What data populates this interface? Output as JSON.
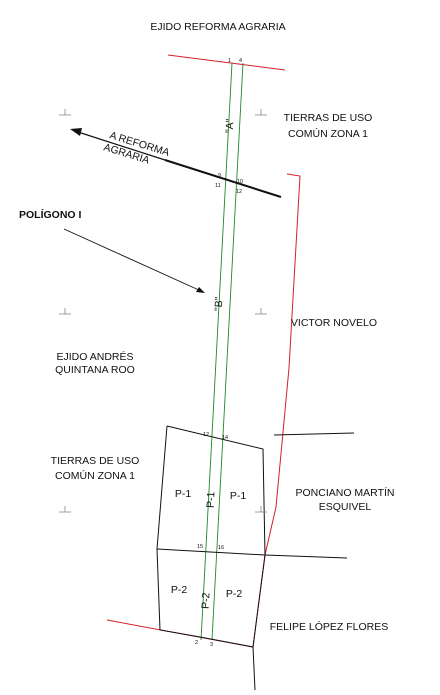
{
  "labels": {
    "north": "EJIDO REFORMA AGRARIA",
    "tierras_top_1": "TIERRAS DE USO",
    "tierras_top_2": "COMÚN ZONA 1",
    "arrow_1": "A REFORMA",
    "arrow_2": "AGRARIA",
    "poligono": "POLÍGONO I",
    "victor": "VICTOR NOVELO",
    "ejido_andres_1": "EJIDO ANDRÉS",
    "ejido_andres_2": "QUINTANA ROO",
    "tierras_low_1": "TIERRAS DE USO",
    "tierras_low_2": "COMÚN ZONA 1",
    "ponciano_1": "PONCIANO MARTÍN",
    "ponciano_2": "ESQUIVEL",
    "felipe": "FELIPE LÓPEZ FLORES"
  },
  "segments": {
    "a": "\"A\"",
    "b": "\"B\""
  },
  "plots": {
    "p1_left": "P-1",
    "p1_center": "P-1",
    "p1_right": "P-1",
    "p2_left": "P-2",
    "p2_center": "P-2",
    "p2_right": "P-2"
  },
  "points": {
    "p1": "1",
    "p4": "4",
    "p9": "9",
    "p10": "10",
    "p11": "11",
    "p12b": "12",
    "p12": "12",
    "p14": "14",
    "p15": "15",
    "p16": "16",
    "p2": "2",
    "p3": "3"
  },
  "colors": {
    "boundary": "#d4202a",
    "corridor": "#1f8a2a",
    "line": "#111111",
    "marker": "#888888"
  }
}
